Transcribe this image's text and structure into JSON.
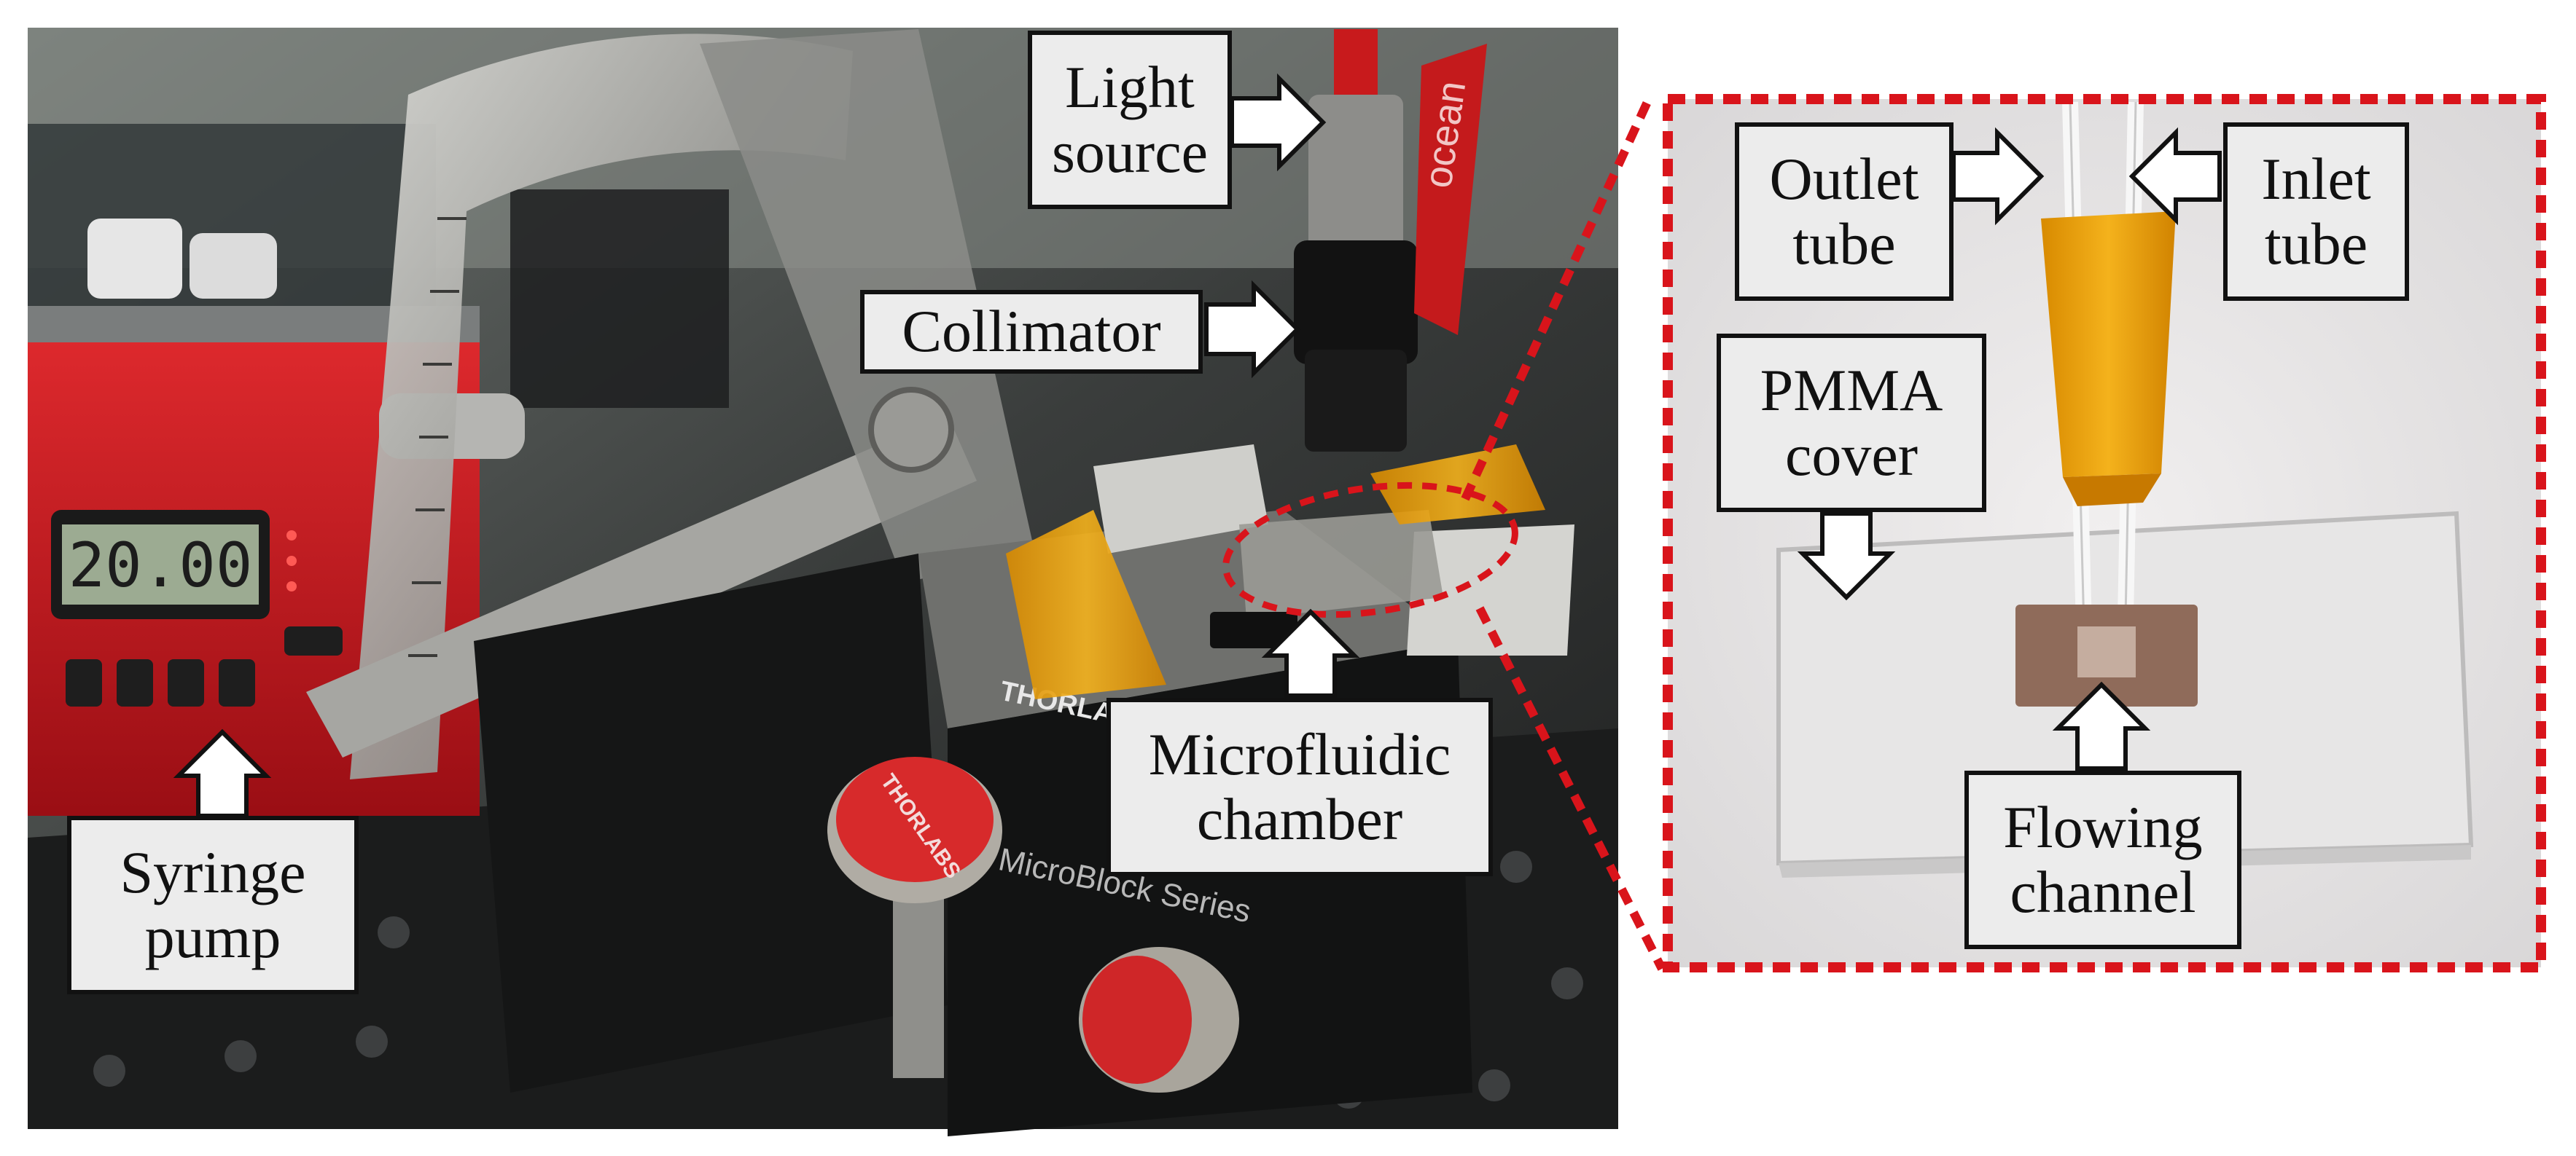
{
  "labels": {
    "light_source": [
      "Light",
      "source"
    ],
    "collimator": "Collimator",
    "syringe_pump": [
      "Syringe",
      "pump"
    ],
    "microfluidic_chamber": [
      "Microfluidic",
      "chamber"
    ],
    "outlet_tube": [
      "Outlet",
      "tube"
    ],
    "inlet_tube": [
      "Inlet",
      "tube"
    ],
    "pmma_cover": [
      "PMMA",
      "cover"
    ],
    "flowing_channel": [
      "Flowing",
      "channel"
    ]
  },
  "pump_display": {
    "reading": "20.00"
  },
  "printed_text": {
    "oceano_cable": "ocean",
    "thorlabs": "THORLABS",
    "thorlabs_knob": "THORLABS",
    "microblock": "MicroBlock Series"
  },
  "colors": {
    "callout_border": "#d9141b",
    "label_background": "#ececec",
    "label_border": "#111111",
    "pump_red": "#c8131a",
    "tape_amber": "#e9a40a"
  }
}
